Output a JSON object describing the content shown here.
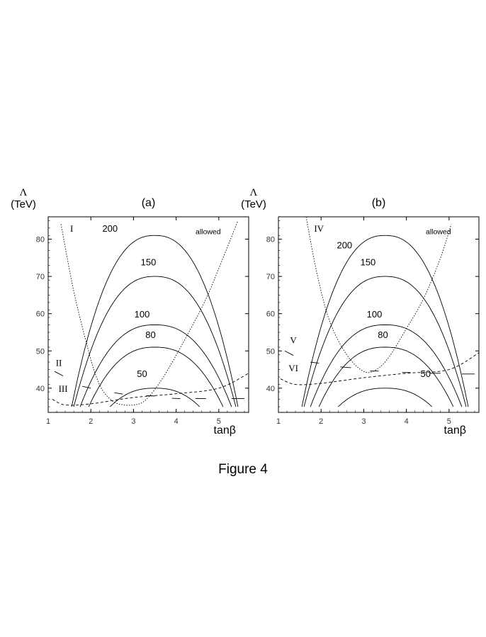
{
  "figure_caption": "Figure 4",
  "chart_data": [
    {
      "type": "line",
      "panel_label": "(a)",
      "ylabel": "Λ\n(TeV)",
      "xlabel": "tanβ",
      "xlim": [
        1,
        5.7
      ],
      "ylim": [
        33.5,
        86
      ],
      "x_ticks": [
        1,
        2,
        3,
        4,
        5
      ],
      "y_ticks": [
        40,
        50,
        60,
        70,
        80
      ],
      "grid": false,
      "contours": [
        {
          "label": "200",
          "peak": [
            3.5,
            81
          ],
          "left_x": 1.55,
          "right_x": 5.45,
          "base_y": 35
        },
        {
          "label": "150",
          "peak": [
            3.5,
            70
          ],
          "left_x": 1.6,
          "right_x": 5.4,
          "base_y": 35
        },
        {
          "label": "100",
          "peak": [
            3.5,
            57
          ],
          "left_x": 1.75,
          "right_x": 5.3,
          "base_y": 35
        },
        {
          "label": "80",
          "peak": [
            3.5,
            51
          ],
          "left_x": 1.95,
          "right_x": 5.1,
          "base_y": 35
        },
        {
          "label": "50",
          "peak": [
            3.5,
            40
          ],
          "left_x": 2.45,
          "right_x": 4.55,
          "base_y": 35
        }
      ],
      "contour_label_positions": [
        [
          2.45,
          82
        ],
        [
          3.35,
          73
        ],
        [
          3.2,
          59
        ],
        [
          3.4,
          53.5
        ],
        [
          3.2,
          43
        ]
      ],
      "dotted_boundary": [
        [
          1.3,
          84
        ],
        [
          1.6,
          66
        ],
        [
          1.9,
          52
        ],
        [
          2.1,
          44
        ],
        [
          2.3,
          39
        ],
        [
          2.6,
          36
        ],
        [
          3.0,
          35.5
        ],
        [
          3.3,
          37
        ],
        [
          3.7,
          43
        ],
        [
          4.2,
          53
        ],
        [
          4.7,
          64
        ],
        [
          5.1,
          75
        ],
        [
          5.45,
          85
        ]
      ],
      "dashed_boundary": [
        [
          1.1,
          37
        ],
        [
          1.4,
          35.5
        ],
        [
          2,
          35.8
        ],
        [
          3,
          37.5
        ],
        [
          4,
          38.5
        ],
        [
          5,
          40
        ],
        [
          5.7,
          44
        ]
      ],
      "tick_marks": [
        [
          1.8,
          40.5,
          2.0,
          40.0
        ],
        [
          2.55,
          38.8,
          2.75,
          38.4
        ],
        [
          3.3,
          38.0,
          3.5,
          37.9
        ],
        [
          3.9,
          37.3,
          4.1,
          37.2
        ],
        [
          4.45,
          37.2,
          4.7,
          37.2
        ],
        [
          5.3,
          37.2,
          5.6,
          37.2
        ]
      ],
      "region_labels": [
        {
          "text": "I",
          "x": 1.55,
          "y": 82
        },
        {
          "text": "II",
          "x": 1.25,
          "y": 46
        },
        {
          "text": "III",
          "x": 1.35,
          "y": 39
        }
      ],
      "region_label_ticks": [
        [
          1.15,
          44.5,
          1.35,
          43.3
        ]
      ],
      "annotation": {
        "text": "allowed",
        "x": 4.75,
        "y": 81.3
      }
    },
    {
      "type": "line",
      "panel_label": "(b)",
      "ylabel": "Λ\n(TeV)",
      "xlabel": "tanβ",
      "xlim": [
        1,
        5.7
      ],
      "ylim": [
        33.5,
        86
      ],
      "x_ticks": [
        1,
        2,
        3,
        4,
        5
      ],
      "y_ticks": [
        40,
        50,
        60,
        70,
        80
      ],
      "grid": false,
      "contours": [
        {
          "label": "200",
          "peak": [
            3.5,
            81
          ],
          "left_x": 1.55,
          "right_x": 5.45,
          "base_y": 35
        },
        {
          "label": "150",
          "peak": [
            3.5,
            70
          ],
          "left_x": 1.6,
          "right_x": 5.4,
          "base_y": 35
        },
        {
          "label": "100",
          "peak": [
            3.5,
            57
          ],
          "left_x": 1.75,
          "right_x": 5.3,
          "base_y": 35
        },
        {
          "label": "80",
          "peak": [
            3.5,
            51
          ],
          "left_x": 1.95,
          "right_x": 5.1,
          "base_y": 35
        },
        {
          "label": "50",
          "peak": [
            3.5,
            40
          ],
          "left_x": 2.4,
          "right_x": 4.6,
          "base_y": 35
        }
      ],
      "contour_label_positions": [
        [
          2.55,
          77.5
        ],
        [
          3.1,
          73
        ],
        [
          3.25,
          59
        ],
        [
          3.45,
          53.5
        ],
        [
          4.45,
          43
        ]
      ],
      "dotted_boundary": [
        [
          1.65,
          86
        ],
        [
          1.9,
          71
        ],
        [
          2.2,
          58
        ],
        [
          2.6,
          49
        ],
        [
          3.0,
          44.5
        ],
        [
          3.3,
          45
        ],
        [
          3.6,
          48.5
        ],
        [
          4.0,
          56
        ],
        [
          4.4,
          64
        ],
        [
          4.8,
          75
        ],
        [
          5.05,
          84
        ]
      ],
      "dashed_boundary": [
        [
          1.05,
          42.5
        ],
        [
          1.4,
          41
        ],
        [
          2,
          41.3
        ],
        [
          3,
          42.8
        ],
        [
          4,
          44
        ],
        [
          5,
          45
        ],
        [
          5.7,
          49.5
        ]
      ],
      "tick_marks": [
        [
          1.75,
          47.0,
          1.95,
          46.7
        ],
        [
          2.45,
          45.7,
          2.7,
          45.5
        ],
        [
          3.15,
          44.6,
          3.35,
          44.6
        ],
        [
          3.9,
          44.2,
          4.1,
          44.2
        ],
        [
          4.55,
          44.0,
          4.8,
          44.0
        ],
        [
          5.3,
          43.8,
          5.6,
          43.8
        ]
      ],
      "region_labels": [
        {
          "text": "IV",
          "x": 1.95,
          "y": 82
        },
        {
          "text": "V",
          "x": 1.35,
          "y": 52
        },
        {
          "text": "VI",
          "x": 1.35,
          "y": 44.5
        }
      ],
      "region_label_ticks": [
        [
          1.15,
          50.0,
          1.35,
          48.8
        ]
      ],
      "annotation": {
        "text": "allowed",
        "x": 4.75,
        "y": 81.3
      }
    }
  ]
}
